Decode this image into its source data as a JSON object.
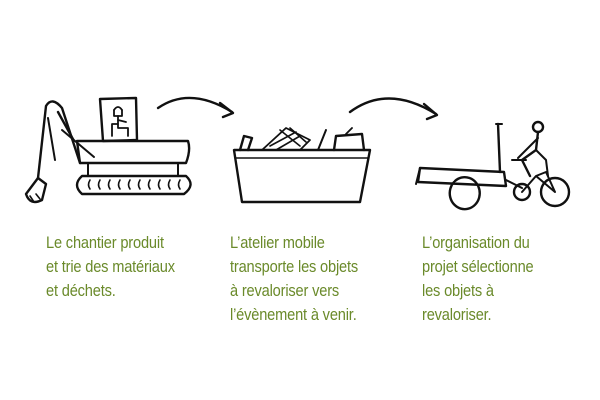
{
  "steps": [
    {
      "icon": "excavator-icon",
      "lines": [
        "Le chantier produit",
        "et trie des matériaux",
        "et déchets."
      ]
    },
    {
      "icon": "mobile-workshop-container-icon",
      "lines": [
        "L’atelier mobile",
        "transporte les objets",
        "à revaloriser vers",
        "l’évènement à venir."
      ]
    },
    {
      "icon": "cargo-bike-trailer-icon",
      "lines": [
        "L’organisation du",
        "projet sélectionne",
        "les objets à",
        "revaloriser."
      ]
    }
  ],
  "colors": {
    "caption_text": "#6a8a2a",
    "ink": "#111111"
  }
}
